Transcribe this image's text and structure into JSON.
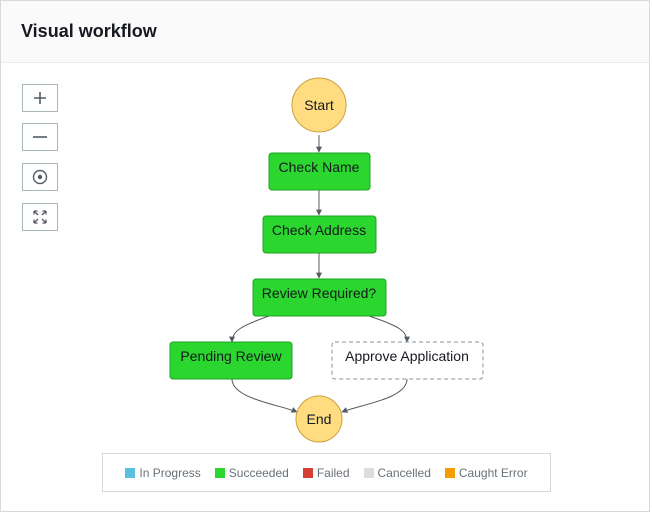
{
  "header": {
    "title": "Visual workflow"
  },
  "controls": [
    {
      "name": "zoom-in-button",
      "icon": "plus-icon"
    },
    {
      "name": "zoom-out-button",
      "icon": "minus-icon"
    },
    {
      "name": "center-button",
      "icon": "target-icon"
    },
    {
      "name": "fit-to-screen-button",
      "icon": "expand-icon"
    }
  ],
  "workflow": {
    "start": "Start",
    "end": "End",
    "states": {
      "check_name": {
        "label": "Check Name",
        "status": "Succeeded"
      },
      "check_address": {
        "label": "Check Address",
        "status": "Succeeded"
      },
      "review_required": {
        "label": "Review Required?",
        "status": "Succeeded"
      },
      "pending_review": {
        "label": "Pending Review",
        "status": "Succeeded"
      },
      "approve_application": {
        "label": "Approve Application",
        "status": "Not run"
      }
    }
  },
  "legend": [
    {
      "label": "In Progress",
      "color": "#5bc0de"
    },
    {
      "label": "Succeeded",
      "color": "#2bd62e"
    },
    {
      "label": "Failed",
      "color": "#d63f38"
    },
    {
      "label": "Cancelled",
      "color": "#dddddd"
    },
    {
      "label": "Caught Error",
      "color": "#f59d00"
    }
  ],
  "colors": {
    "succeeded_fill": "#2bd62e",
    "terminal_fill": "#ffdc80",
    "edge": "#545b64"
  }
}
